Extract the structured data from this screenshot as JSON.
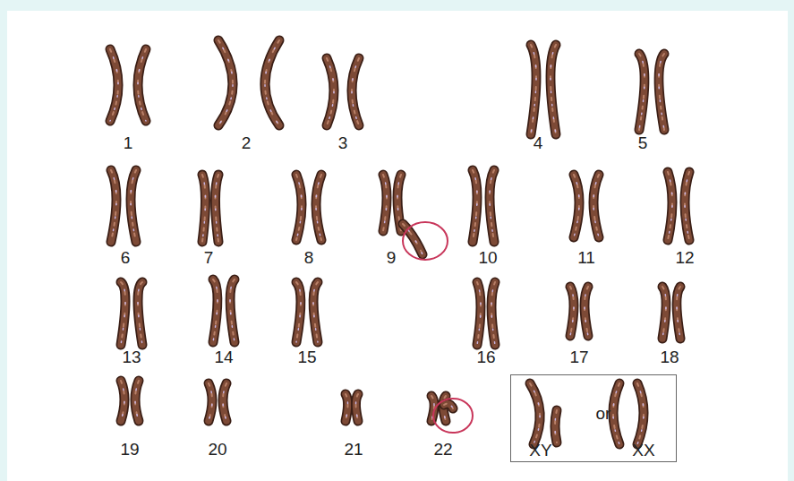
{
  "diagram": {
    "nodes": [
      {
        "text": [
          "XY",
          "or",
          "XX"
        ]
      }
    ],
    "labels": [
      "1",
      "2",
      "3",
      "4",
      "5",
      "6",
      "7",
      "8",
      "9",
      "10",
      "11",
      "12",
      "13",
      "14",
      "15",
      "16",
      "17",
      "18",
      "19",
      "20",
      "21",
      "22"
    ]
  }
}
